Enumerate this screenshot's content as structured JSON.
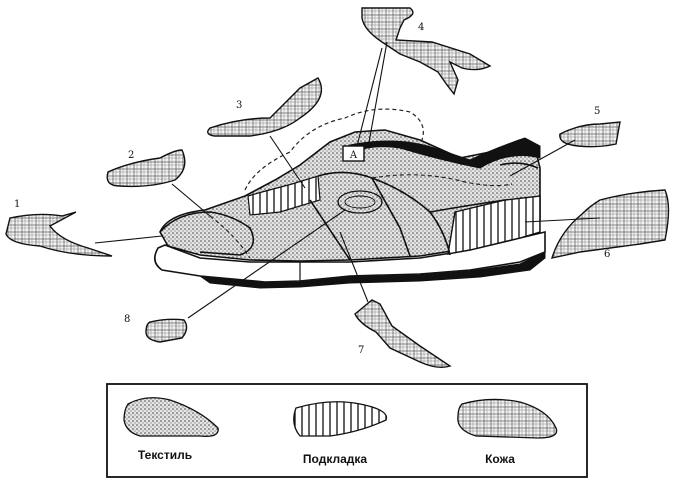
{
  "callouts": [
    "1",
    "2",
    "3",
    "4",
    "5",
    "6",
    "7",
    "8"
  ],
  "inset_label": "A",
  "legend": {
    "items": [
      {
        "label": "Текстиль",
        "pattern": "dots"
      },
      {
        "label": "Подкладка",
        "pattern": "vertical-stripes"
      },
      {
        "label": "Кожа",
        "pattern": "crosshatch"
      }
    ]
  }
}
